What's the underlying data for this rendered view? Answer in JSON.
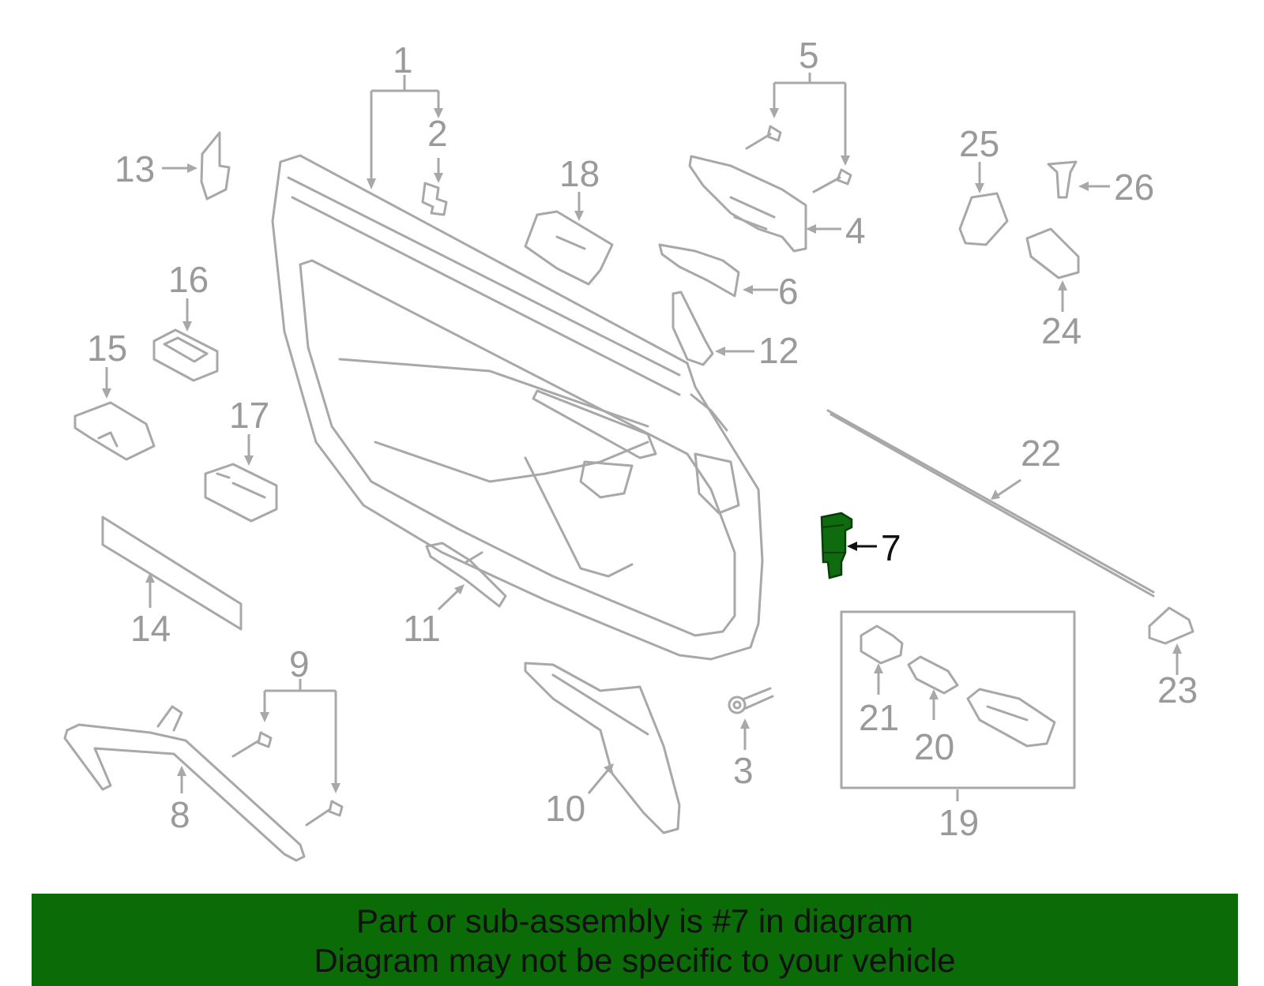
{
  "callouts": [
    "1",
    "2",
    "3",
    "4",
    "5",
    "6",
    "7",
    "8",
    "9",
    "10",
    "11",
    "12",
    "13",
    "14",
    "15",
    "16",
    "17",
    "18",
    "19",
    "20",
    "21",
    "22",
    "23",
    "24",
    "25",
    "26"
  ],
  "highlighted_part": "7",
  "colors": {
    "banner": "#0b6b06",
    "highlight": "#0e6b0e",
    "parts": "#a8a8a8",
    "labels": "#9a9a9a"
  },
  "banner": {
    "line1": "Part or sub-assembly is #7 in diagram",
    "line2": "Diagram may not be specific to your vehicle"
  }
}
